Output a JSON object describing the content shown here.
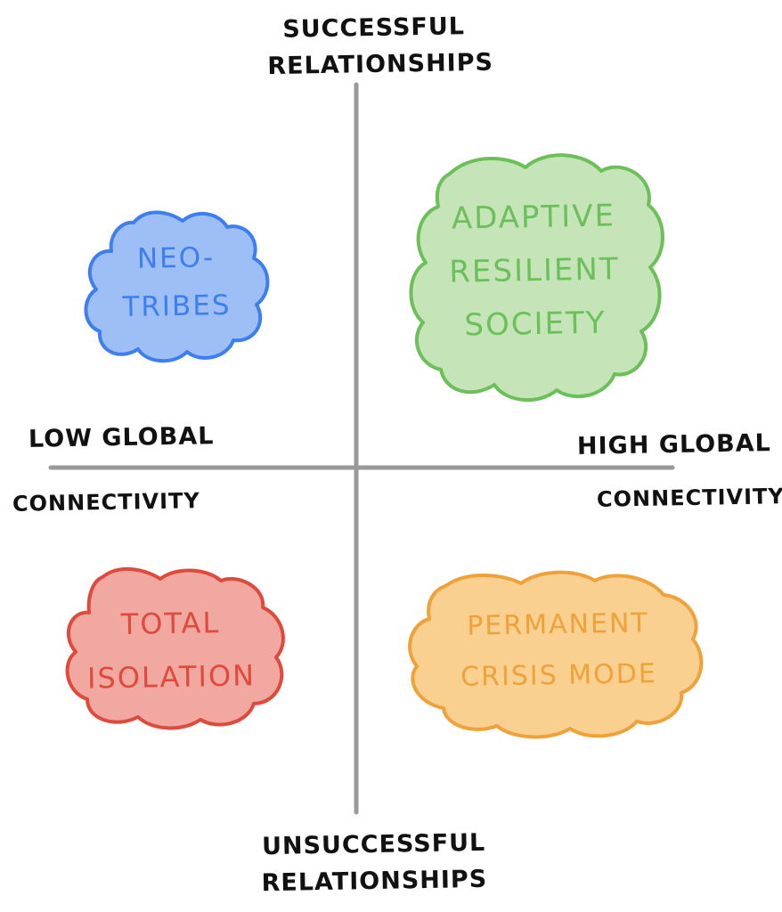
{
  "axes": {
    "top": {
      "line1": "Successful",
      "line2": "relationships"
    },
    "bottom": {
      "line1": "Unsuccessful",
      "line2": "relationships"
    },
    "left": {
      "line1": "Low global",
      "line2": "connectivity"
    },
    "right": {
      "line1": "High global",
      "line2": "connectivity"
    }
  },
  "quadrants": {
    "top_left": {
      "line1": "Neo-",
      "line2": "tribes",
      "color": "#3d7ef0",
      "fill": "#9dbff6"
    },
    "top_right": {
      "line1": "Adaptive",
      "line2": "resilient",
      "line3": "society",
      "color": "#6cc05a",
      "fill": "#c5e4b8"
    },
    "bottom_left": {
      "line1": "Total",
      "line2": "isolation",
      "color": "#e04a3c",
      "fill": "#f0a8a0"
    },
    "bottom_right": {
      "line1": "Permanent",
      "line2": "crisis mode",
      "color": "#f0a23a",
      "fill": "#f9d08f"
    }
  },
  "colors": {
    "axis": "#999999",
    "ink": "#111111"
  }
}
